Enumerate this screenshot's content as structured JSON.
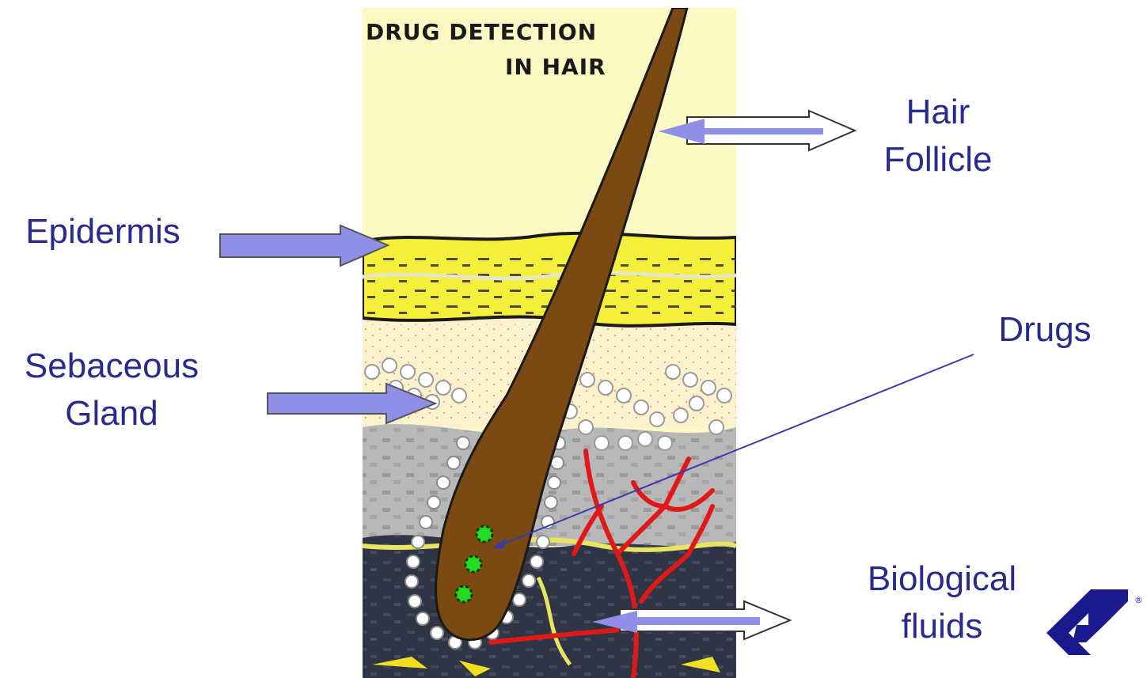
{
  "panel": {
    "title_line1": "DRUG DETECTION",
    "title_line2": "IN HAIR"
  },
  "labels": {
    "hair_follicle": [
      "Hair",
      "Follicle"
    ],
    "epidermis": [
      "Epidermis"
    ],
    "sebaceous_gland": [
      "Sebaceous",
      "Gland"
    ],
    "drugs": [
      "Drugs"
    ],
    "biological_fluids": [
      "Biological",
      "fluids"
    ]
  },
  "colors": {
    "label_text": "#2a2a8c",
    "arrow_fill": "#8f8fe8",
    "arrow_outline": "#ffffff",
    "hair": "#7a4a12",
    "epidermis": "#f3ef3a",
    "background_top": "#fdf9c4",
    "blood_vessel": "#e01818",
    "drug_dots": "#22dd22",
    "logo": "#1a1a8c"
  },
  "logo": {
    "mark": "®"
  }
}
